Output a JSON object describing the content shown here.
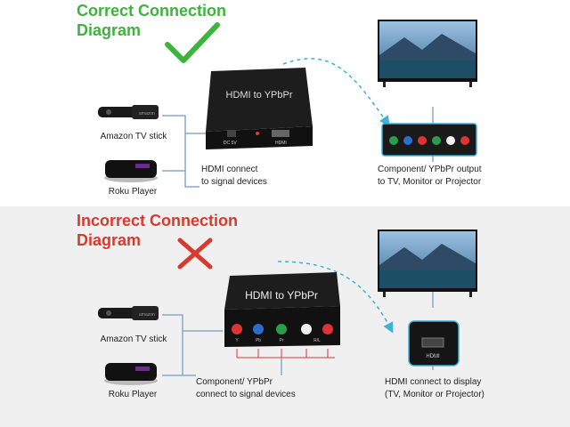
{
  "correct": {
    "heading_line1": "Correct Connection",
    "heading_line2": "Diagram",
    "box_title": "HDMI to YPbPr",
    "dc_label": "DC 5V",
    "hdmi_port_label": "HDMI",
    "sources": [
      "Amazon TV stick",
      "Roku Player"
    ],
    "input_caption_line1": "HDMI connect",
    "input_caption_line2": "to signal devices",
    "output_caption_line1": "Component/ YPbPr output",
    "output_caption_line2": "to TV, Monitor or Projector"
  },
  "incorrect": {
    "heading_line1": "Incorrect Connection",
    "heading_line2": "Diagram",
    "box_title": "HDMI to YPbPr",
    "port_labels": [
      "Y",
      "Pb",
      "Pr",
      "R/L"
    ],
    "sources": [
      "Amazon TV stick",
      "Roku Player"
    ],
    "input_caption_line1": "Component/ YPbPr",
    "input_caption_line2": "connect to signal devices",
    "output_caption_line1": "HDMI connect to display",
    "output_caption_line2": "(TV, Monitor or Projector)",
    "tv_port_label": "HDMI"
  },
  "colors": {
    "correct_green": "#3db43d",
    "incorrect_red": "#d83a2e",
    "connector_line": "#8aa8c8",
    "arrow_blue": "#3fb0d8",
    "port_red": "#d33",
    "port_green": "#2a9d4a",
    "port_blue": "#2a6fd0",
    "port_white": "#f2f2f2"
  },
  "icons": [
    "checkmark-icon",
    "cross-icon",
    "tv-icon",
    "converter-box-icon",
    "streaming-stick-icon",
    "roku-player-icon"
  ]
}
